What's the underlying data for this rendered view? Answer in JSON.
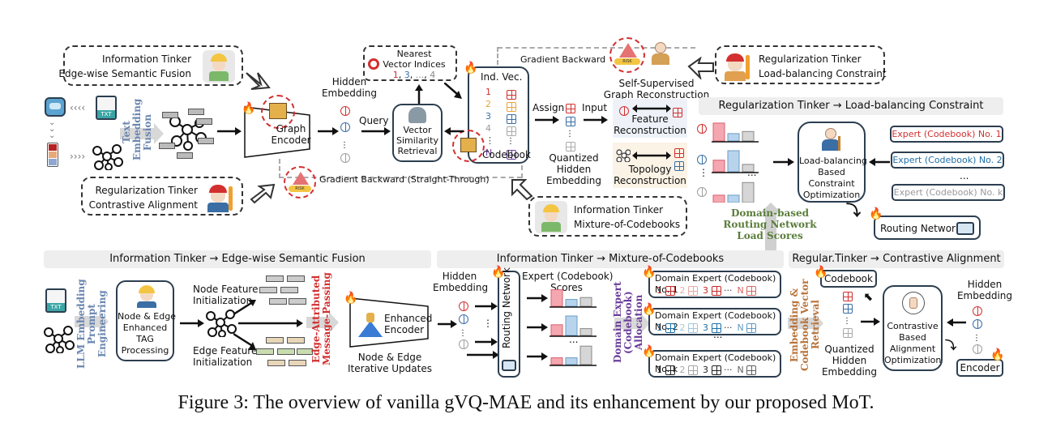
{
  "caption": "Figure 3: The overview of vanilla gVQ-MAE and its enhancement by our proposed MoT.",
  "colors": {
    "red": "#d32f2f",
    "blue": "#3a6ea5",
    "gray": "#9e9e9e",
    "green_label": "#5a7d3a",
    "purple_label": "#6a3d9a",
    "orange_label": "#b8733a",
    "blue_label": "#6a86b0",
    "red_label": "#d32f2f",
    "panel_bg": "#eeeeee",
    "box_border": "#2c3e50"
  },
  "top": {
    "tinker_edge": {
      "line1": "Information Tinker",
      "line2": "Edge-wise Semantic Fusion"
    },
    "tinker_contrastive": {
      "line1": "Regularization Tinker",
      "line2": "Contrastive Alignment"
    },
    "tinker_moc": {
      "line1": "Information Tinker",
      "line2": "Mixture-of-Codebooks"
    },
    "tinker_load": {
      "line1": "Regularization Tinker",
      "line2": "Load-balancing Constraint"
    },
    "text_embedding_fusion": "Text Embedding Fusion",
    "graph_encoder": "Graph Encoder",
    "hidden_embedding": "Hidden Embedding",
    "query": "Query",
    "vector_similarity": {
      "l1": "Vector",
      "l2": "Similarity",
      "l3": "Retrieval"
    },
    "nearest": {
      "l1": "Nearest",
      "l2": "Vector Indices",
      "indices": [
        "1",
        "3",
        "...",
        "4"
      ]
    },
    "codebook": {
      "header": "Ind. Vec.",
      "label": "Codebook",
      "indices": [
        "1",
        "2",
        "3",
        "4",
        "⋮",
        "N"
      ]
    },
    "gradient_backward": "Gradient Backward",
    "gradient_backward_st": "Gradient Backward (Straight-Through)",
    "assign": "Assign",
    "input": "Input",
    "quantized": {
      "l1": "Quantized",
      "l2": "Hidden",
      "l3": "Embedding"
    },
    "self_supervised": {
      "l1": "Self-Supervised",
      "l2": "Graph Reconstruction"
    },
    "feature_recon": {
      "l1": "Feature",
      "l2": "Reconstruction"
    },
    "topology_recon": {
      "l1": "Topology",
      "l2": "Reconstruction"
    },
    "risk": "RISK"
  },
  "load_panel": {
    "title": "Regularization Tinker → Load-balancing Constraint",
    "optimizer": {
      "l1": "Load-balancing",
      "l2": "Based",
      "l3": "Constraint",
      "l4": "Optimization"
    },
    "experts": [
      "Expert (Codebook) No. 1",
      "Expert (Codebook) No. 2",
      "...",
      "Expert (Codebook) No. k"
    ],
    "routing_network": "Routing Network",
    "domain_scores": {
      "l1": "Domain-based",
      "l2": "Routing Network",
      "l3": "Load Scores"
    },
    "score_bars": [
      {
        "red": 0.85,
        "blue": 0.35,
        "gray": 0.45
      },
      {
        "red": 0.55,
        "blue": 1.0,
        "gray": 0.35
      },
      {
        "red": 0.35,
        "blue": 0.35,
        "gray": 0.95
      }
    ],
    "ellipsis": "..."
  },
  "edge_panel": {
    "title": "Information Tinker → Edge-wise Semantic Fusion",
    "llm_label": {
      "l1": "LLM Embedding",
      "l2": "Prompt Engineering"
    },
    "processing": {
      "l1": "Node & Edge",
      "l2": "Enhanced",
      "l3": "TAG",
      "l4": "Processing"
    },
    "node_init": {
      "l1": "Node Feature",
      "l2": "Initialization"
    },
    "edge_init": {
      "l1": "Edge Feature",
      "l2": "Initialization"
    },
    "message_passing": {
      "l1": "Edge-Attributed",
      "l2": "Message-Passing"
    },
    "enhanced_encoder": {
      "l1": "Enhanced",
      "l2": "Encoder"
    },
    "iterative": {
      "l1": "Node & Edge",
      "l2": "Iterative Updates"
    },
    "txt": "TXT"
  },
  "moc_panel": {
    "title": "Information Tinker → Mixture-of-Codebooks",
    "hidden_embedding": {
      "l1": "Hidden",
      "l2": "Embedding"
    },
    "routing_network": "Routing Network",
    "expert_scores": {
      "l1": "Expert (Codebook)",
      "l2": "Scores"
    },
    "allocation": {
      "l1": "Domain Expert",
      "l2": "(Codebook)",
      "l3": "Allocation"
    },
    "score_bars": [
      {
        "red": 0.85,
        "blue": 0.35,
        "gray": 0.45
      },
      {
        "red": 0.55,
        "blue": 1.0,
        "gray": 0.35
      },
      {
        "red": 0.35,
        "blue": 0.35,
        "gray": 0.95
      }
    ],
    "domain_experts": [
      {
        "title": "Domain Expert (Codebook) No. 1",
        "items": [
          "1",
          "2",
          "3",
          "N"
        ],
        "color": "#c62828"
      },
      {
        "title": "Domain Expert (Codebook) No. 2",
        "items": [
          "1",
          "2",
          "3",
          "N"
        ],
        "color": "#1e6fa8"
      },
      {
        "title": "Domain Expert (Codebook) No. k",
        "items": [
          "1",
          "2",
          "3",
          "N"
        ],
        "color": "#222222"
      }
    ],
    "ellipsis": "...",
    "dots": "···"
  },
  "contrastive_panel": {
    "title": "Regular.Tinker → Contrastive Alignment",
    "codebook": "Codebook",
    "retrieval": {
      "l1": "Embedding &",
      "l2": "Codebook Vector",
      "l3": "Retrieval"
    },
    "quantized": {
      "l1": "Quantized",
      "l2": "Hidden",
      "l3": "Embedding"
    },
    "optimizer": {
      "l1": "Contrastive",
      "l2": "Based",
      "l3": "Alignment",
      "l4": "Optimization"
    },
    "hidden_embedding": {
      "l1": "Hidden",
      "l2": "Embedding"
    },
    "encoder": "Encoder"
  }
}
